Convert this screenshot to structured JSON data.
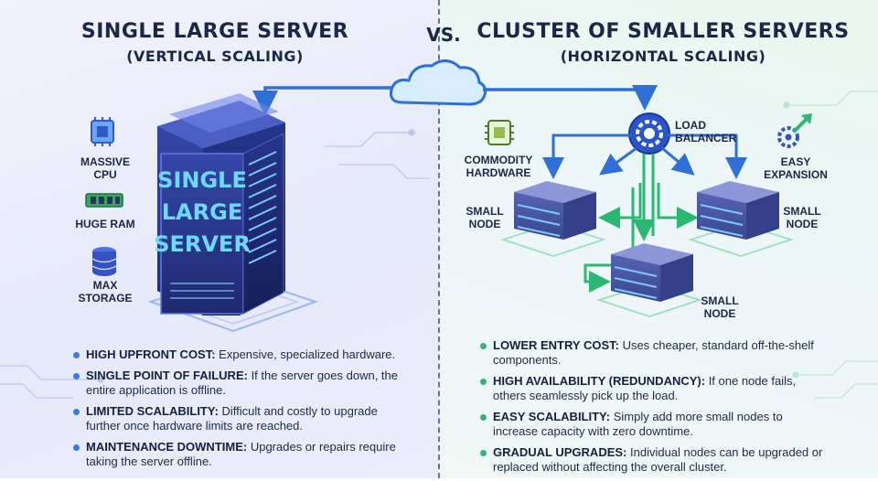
{
  "left": {
    "title": "SINGLE LARGE SERVER",
    "subtitle": "(VERTICAL SCALING)",
    "server_label": [
      "SINGLE",
      "LARGE",
      "SERVER"
    ],
    "specs": [
      {
        "icon": "cpu-icon",
        "label": "MASSIVE CPU"
      },
      {
        "icon": "ram-icon",
        "label": "HUGE RAM"
      },
      {
        "icon": "storage-icon",
        "label": "MAX STORAGE"
      }
    ],
    "points": [
      {
        "head": "HIGH UPFRONT COST:",
        "text": " Expensive, specialized hardware."
      },
      {
        "head": "SINGLE POINT OF FAILURE:",
        "text": " If the server goes down, the entire application is offline."
      },
      {
        "head": "LIMITED SCALABILITY:",
        "text": " Difficult and costly to upgrade further once hardware limits are reached."
      },
      {
        "head": "MAINTENANCE DOWNTIME:",
        "text": " Upgrades or repairs require taking the server offline."
      }
    ]
  },
  "vs": "VS.",
  "right": {
    "title": "CLUSTER OF SMALLER SERVERS",
    "subtitle": "(HORIZONTAL SCALING)",
    "load_balancer": "LOAD BALANCER",
    "commodity": "COMMODITY HARDWARE",
    "easy_expansion": "EASY EXPANSION",
    "node_label": "SMALL NODE",
    "points": [
      {
        "head": "LOWER ENTRY COST:",
        "text": " Uses cheaper, standard off-the-shelf components."
      },
      {
        "head": "HIGH AVAILABILITY (REDUNDANCY):",
        "text": " If one node fails, others seamlessly pick up the load."
      },
      {
        "head": "EASY SCALABILITY:",
        "text": " Simply add more small nodes to increase capacity with zero downtime."
      },
      {
        "head": "GRADUAL UPGRADES:",
        "text": " Individual nodes can be upgraded or replaced without affecting the overall cluster."
      }
    ]
  },
  "colors": {
    "accent_blue": "#3b7be0",
    "accent_green": "#2cb872",
    "server_body": "#2a3a8c",
    "node_body": "#4a5aa8"
  }
}
